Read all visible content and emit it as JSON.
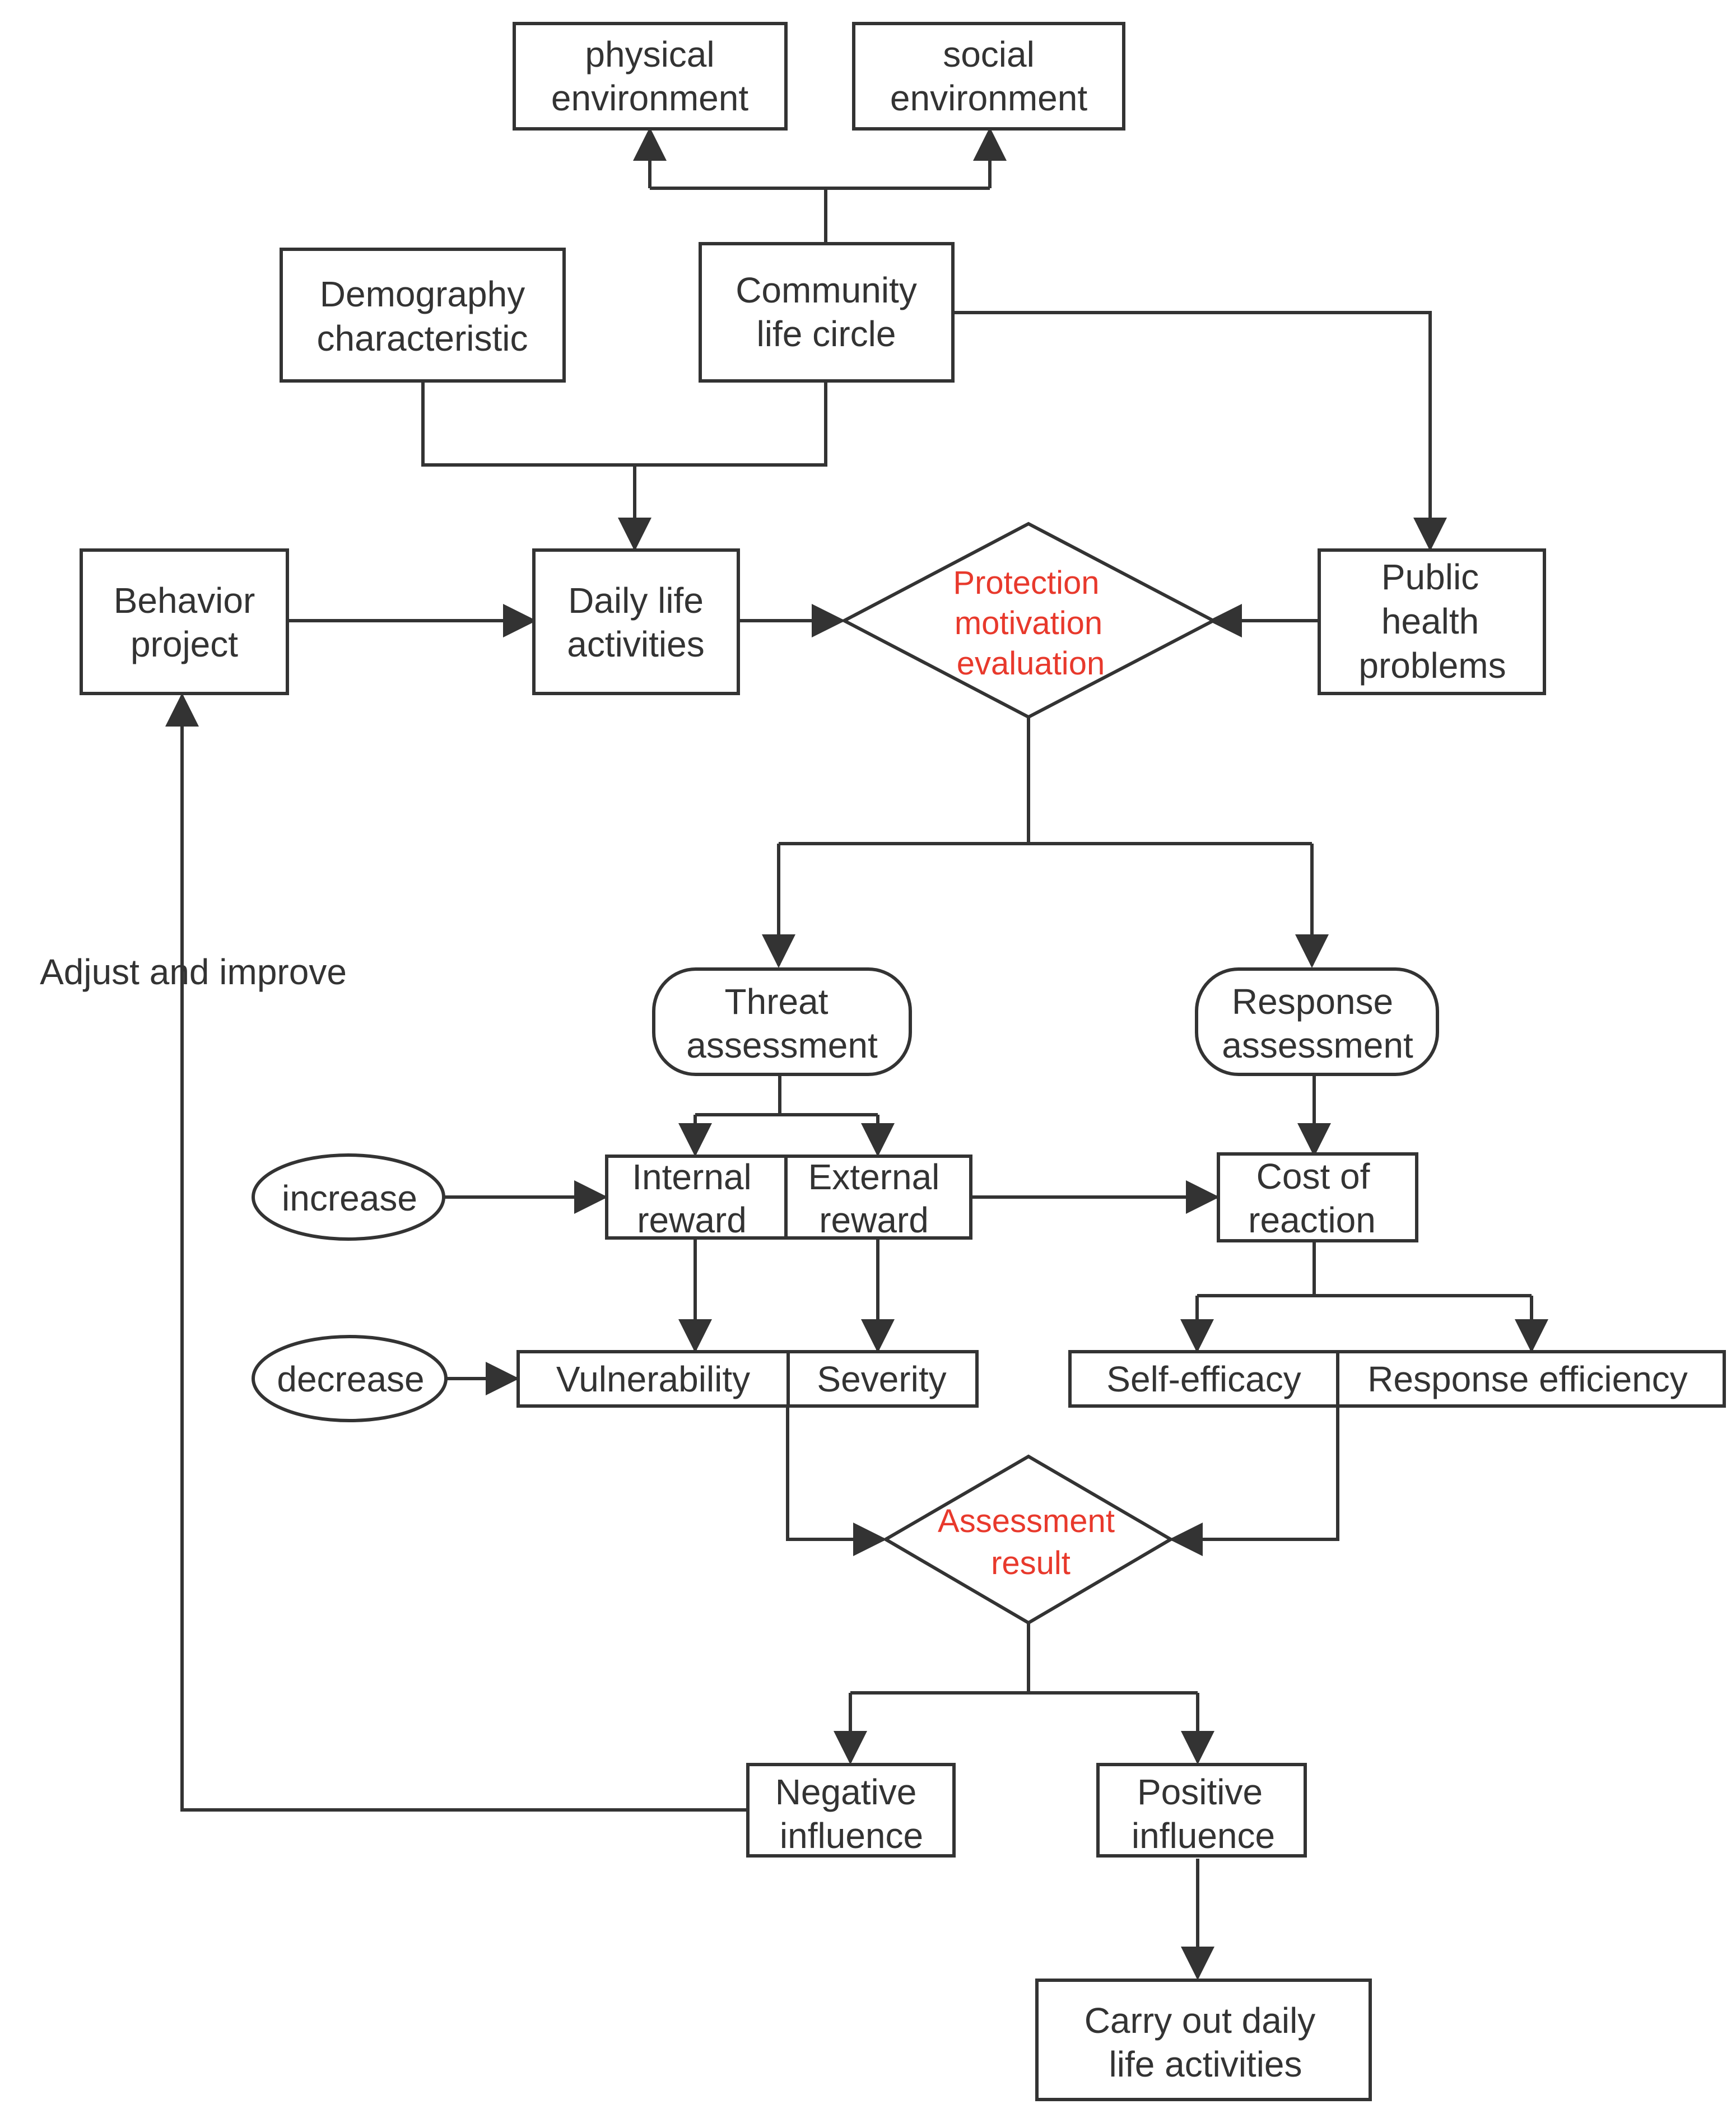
{
  "nodes": {
    "physical_env": [
      "physical",
      "environment"
    ],
    "social_env": [
      "social",
      "environment"
    ],
    "demography": [
      "Demography",
      "characteristic"
    ],
    "community": [
      "Community",
      "life circle"
    ],
    "behavior_project": [
      "Behavior",
      "project"
    ],
    "daily_life": [
      "Daily life",
      "activities"
    ],
    "protection": [
      "Protection",
      "motivation",
      "evaluation"
    ],
    "public_health": [
      "Public",
      "health",
      "problems"
    ],
    "threat": [
      "Threat",
      "assessment"
    ],
    "response": [
      "Response",
      "assessment"
    ],
    "increase": [
      "increase"
    ],
    "internal_reward": [
      "Internal",
      "reward"
    ],
    "external_reward": [
      "External",
      "reward"
    ],
    "cost": [
      "Cost of",
      "reaction"
    ],
    "decrease": [
      "decrease"
    ],
    "vulnerability": [
      "Vulnerability"
    ],
    "severity": [
      "Severity"
    ],
    "self_efficacy": [
      "Self-efficacy"
    ],
    "response_efficiency": [
      "Response efficiency"
    ],
    "assessment_result": [
      "Assessment",
      "result"
    ],
    "negative": [
      "Negative",
      "influence"
    ],
    "positive": [
      "Positive",
      "influence"
    ],
    "carry_out": [
      "Carry out daily",
      "life activities"
    ]
  },
  "edge_labels": {
    "adjust": "Adjust and improve"
  },
  "colors": {
    "stroke": "#333333",
    "text": "#333333",
    "highlight_text": "#e8392c"
  }
}
